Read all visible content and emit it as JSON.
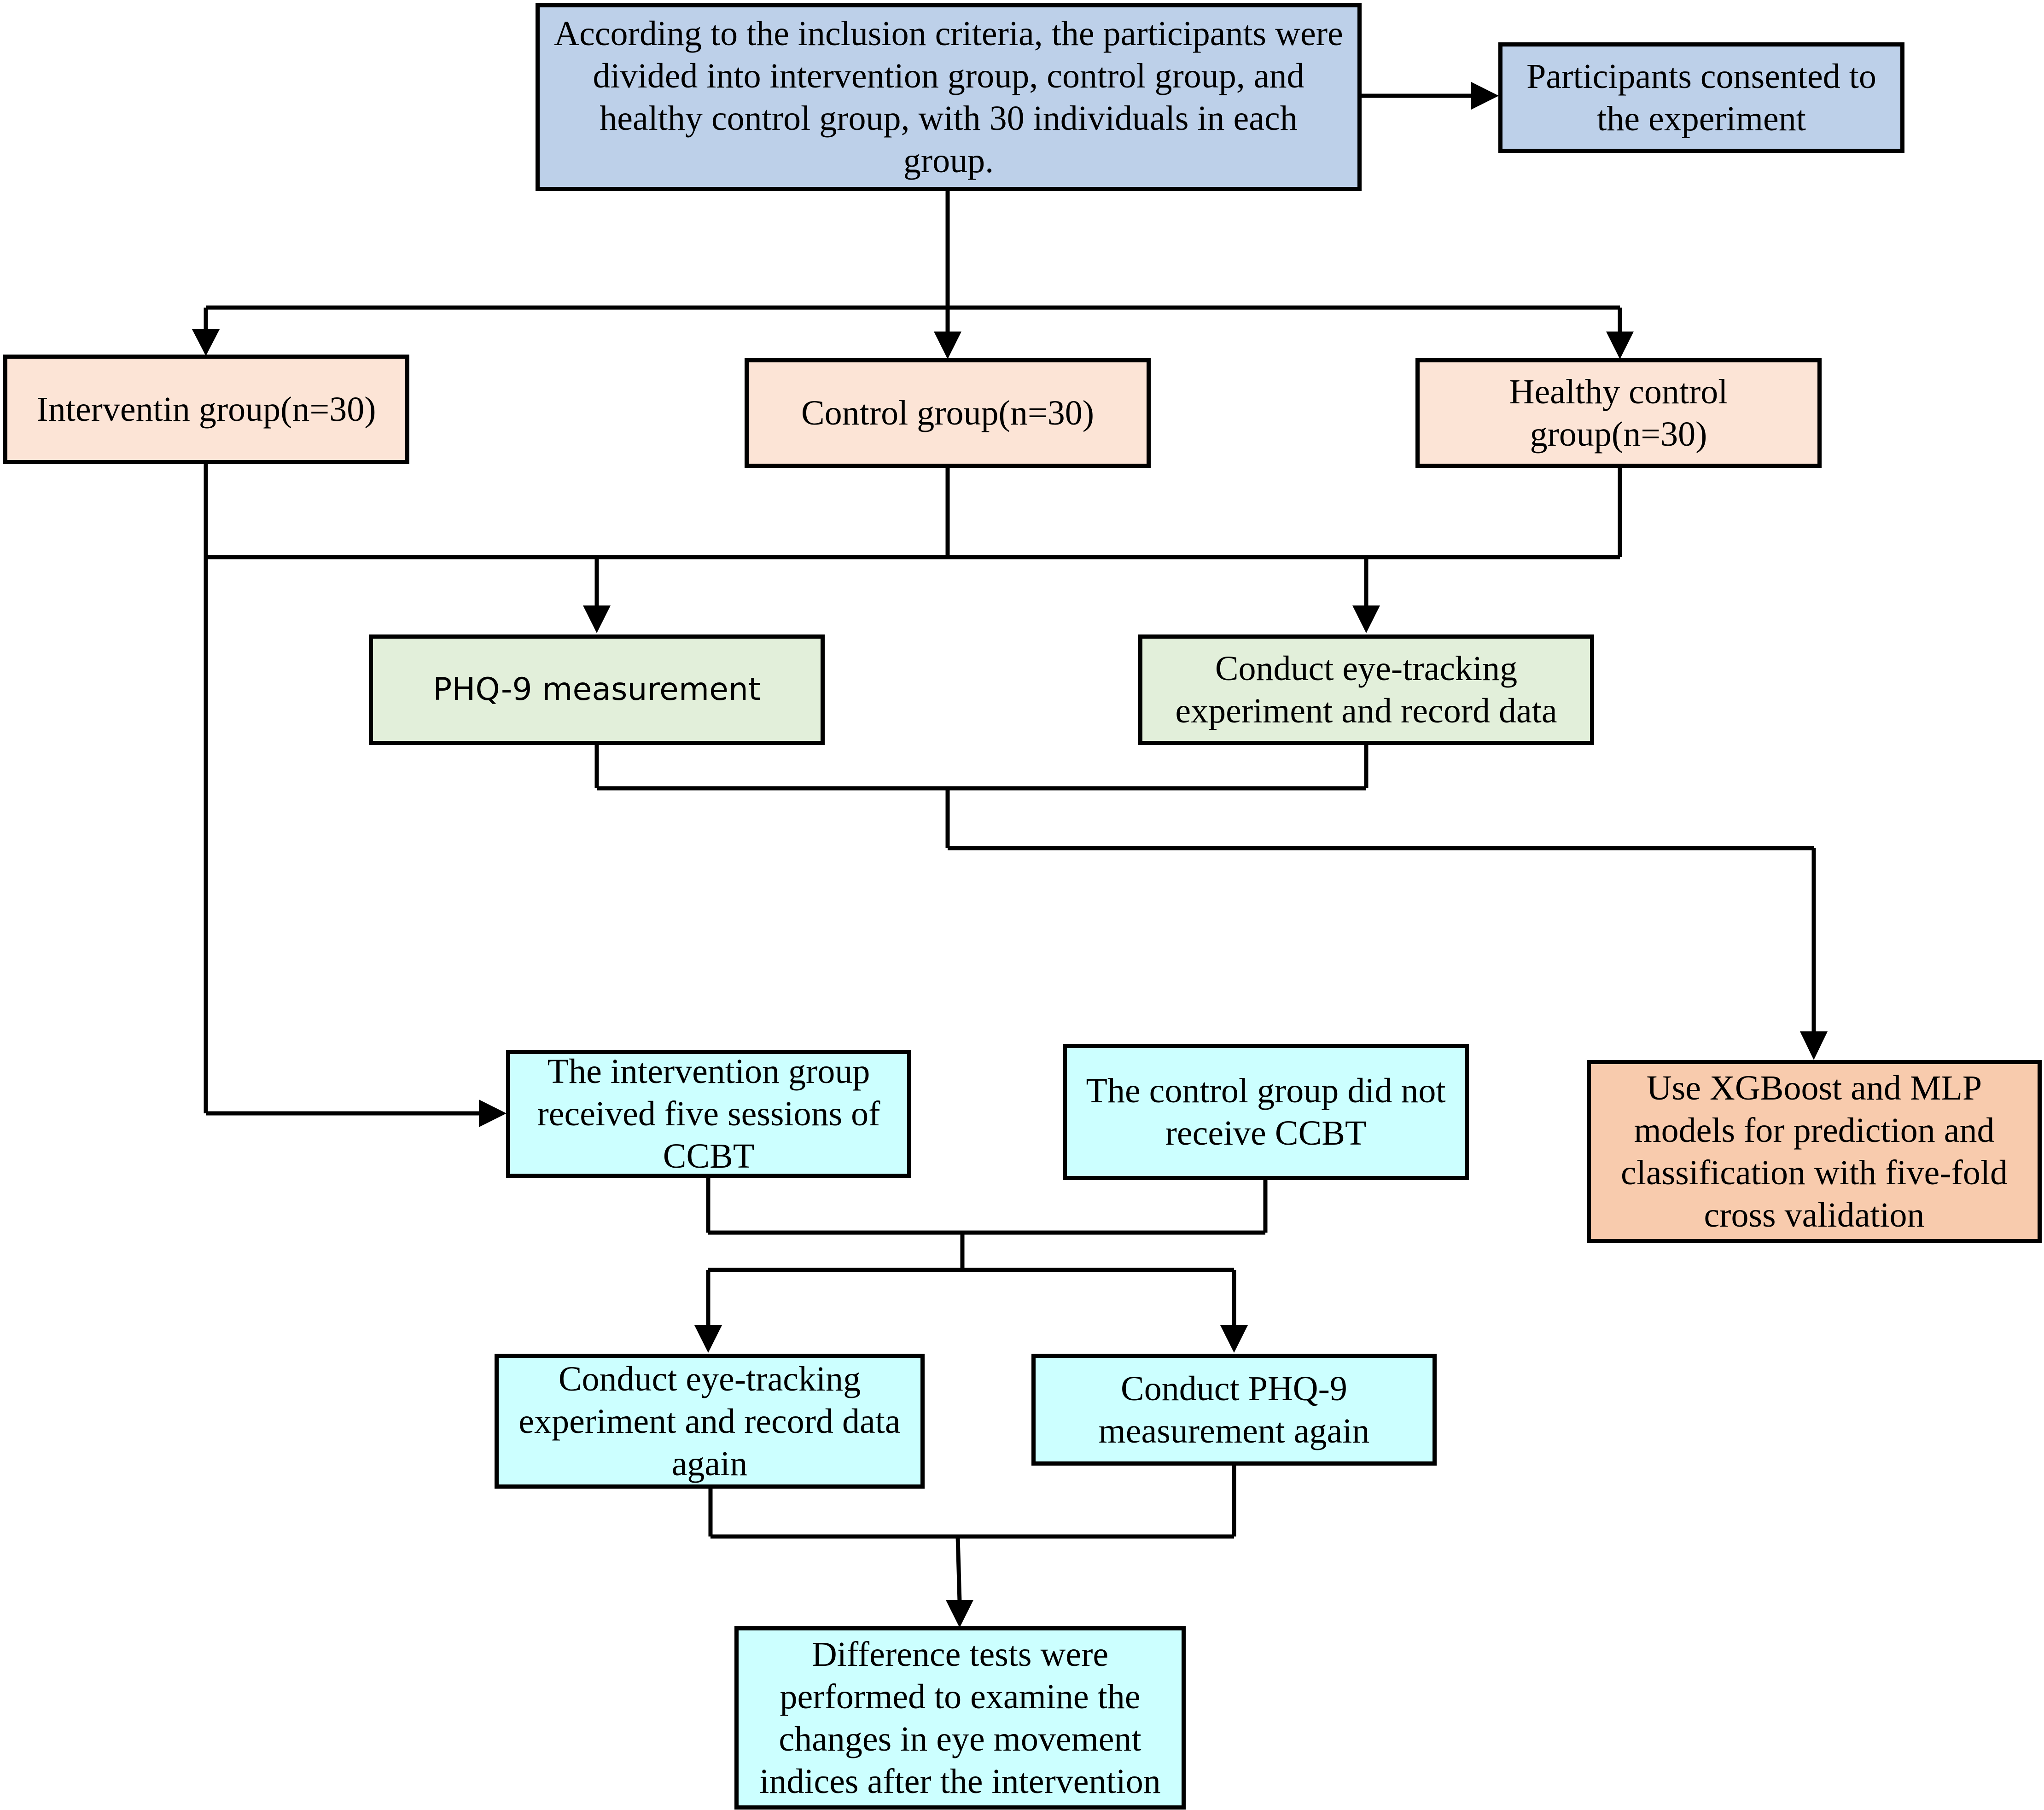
{
  "colors": {
    "blue": "#bdd0e9",
    "peach": "#fce4d6",
    "green": "#e2efda",
    "cyan": "#ccffff",
    "orange": "#f8cbad",
    "line": "#000000"
  },
  "nodes": {
    "inclusion": "According to the inclusion criteria, the participants were divided into intervention group, control group, and healthy control group, with 30 individuals in each group.",
    "consent": "Participants consented to the experiment",
    "intervention_group": "Interventin group(n=30)",
    "control_group": "Control group(n=30)",
    "healthy_group": "Healthy control group(n=30)",
    "phq9": "PHQ-9 measurement",
    "eyetrack": "Conduct eye-tracking experiment and record data",
    "xgboost": "Use XGBoost and MLP models for prediction and classification with five-fold cross validation",
    "ccbt": "The intervention group received five sessions of CCBT",
    "no_ccbt": "The control group did not receive CCBT",
    "eyetrack_again": "Conduct eye-tracking experiment and record data again",
    "phq9_again": "Conduct PHQ-9 measurement again",
    "difference": "Difference tests were performed to examine the changes in eye movement indices after the intervention"
  }
}
